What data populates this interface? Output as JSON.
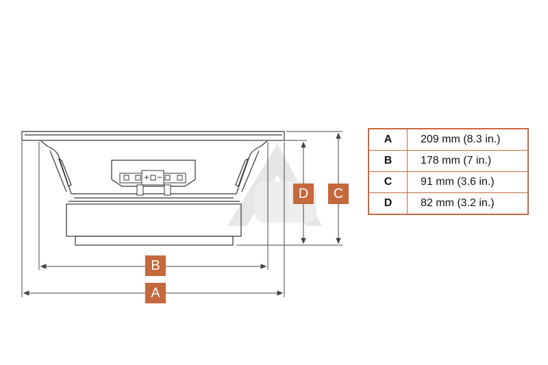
{
  "dimension_labels": {
    "a": "A",
    "b": "B",
    "c": "C",
    "d": "D"
  },
  "table": {
    "rows": [
      {
        "key": "A",
        "value": "209 mm (8.3 in.)"
      },
      {
        "key": "B",
        "value": "178 mm (7 in.)"
      },
      {
        "key": "C",
        "value": "91 mm (3.6 in.)"
      },
      {
        "key": "D",
        "value": "82 mm (3.2 in.)"
      }
    ]
  },
  "colors": {
    "accent": "#c4683d",
    "line": "#333333",
    "watermark": "#e4e4e4"
  },
  "icons": {
    "terminal_polarity": "plus-minus-terminal-icon",
    "watermark": "brand-watermark-icon"
  }
}
